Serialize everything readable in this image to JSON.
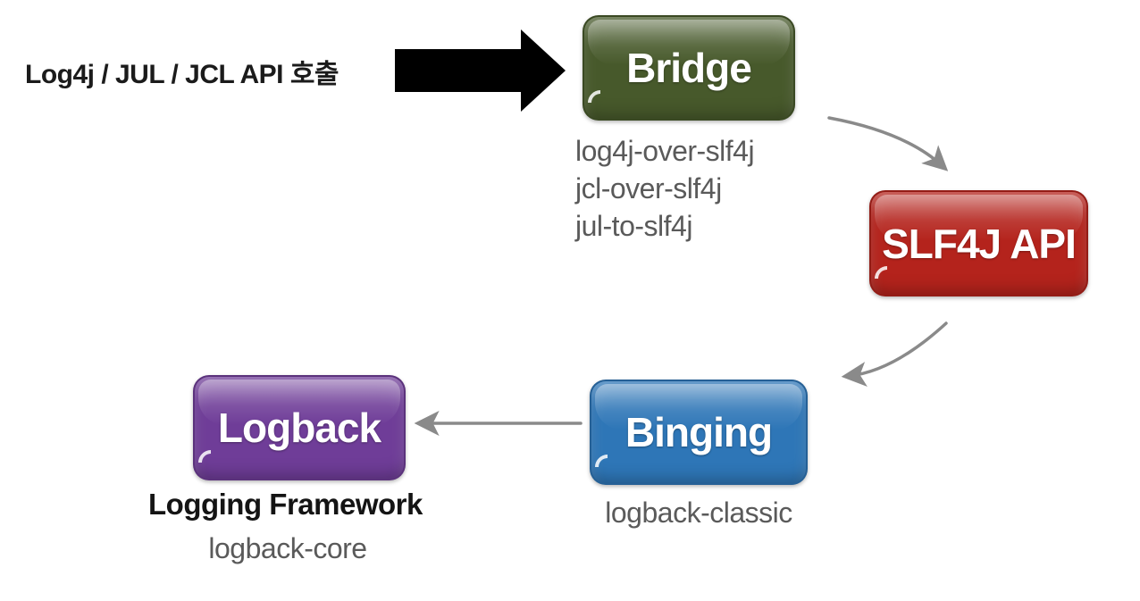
{
  "input": {
    "label": "Log4j / JUL / JCL API 호출"
  },
  "nodes": {
    "bridge": {
      "label": "Bridge",
      "color": "#47592b",
      "modules": [
        "log4j-over-slf4j",
        "jcl-over-slf4j",
        "jul-to-slf4j"
      ]
    },
    "slf4j_api": {
      "label": "SLF4J API",
      "color": "#b4231c"
    },
    "binding": {
      "label": "Binging",
      "color": "#2e76b7",
      "modules": [
        "logback-classic"
      ]
    },
    "logback": {
      "label": "Logback",
      "color": "#6f3d98",
      "caption": "Logging Framework",
      "modules": [
        "logback-core"
      ]
    }
  },
  "arrows": {
    "input_arrow_color": "#000000",
    "flow_arrow_color": "#8a8a8a"
  }
}
